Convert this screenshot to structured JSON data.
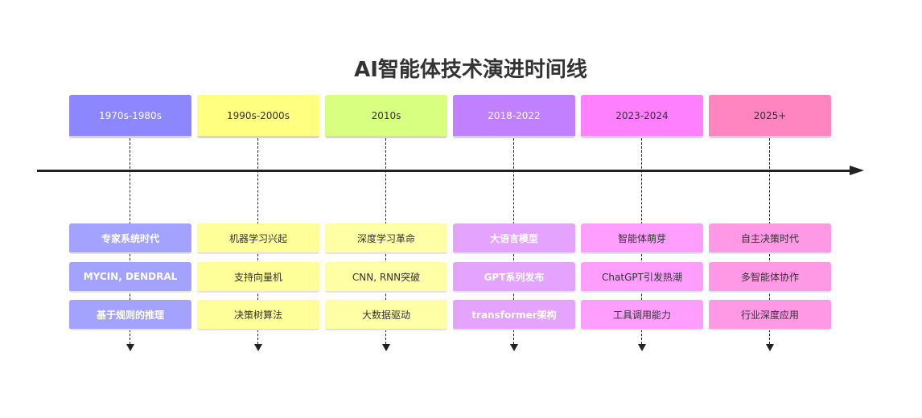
{
  "title": "AI智能体技术演进时间线",
  "periods": [
    {
      "label": "1970s-1980s",
      "color": "#8c87ff",
      "event_color": "#a3a3ff",
      "text_color": "#ffffff",
      "event_text_color": "#ffffff",
      "bold_events": true,
      "events": [
        "专家系统时代",
        "MYCIN, DENDRAL",
        "基于规则的推理"
      ]
    },
    {
      "label": "1990s-2000s",
      "color": "#ffff80",
      "event_color": "#ffff99",
      "text_color": "#333333",
      "event_text_color": "#333333",
      "bold_events": false,
      "events": [
        "机器学习兴起",
        "支持向量机",
        "决策树算法"
      ]
    },
    {
      "label": "2010s",
      "color": "#d9ff80",
      "event_color": "#ffffa6",
      "text_color": "#333333",
      "event_text_color": "#333333",
      "bold_events": false,
      "events": [
        "深度学习革命",
        "CNN, RNN突破",
        "大数据驱动"
      ]
    },
    {
      "label": "2018-2022",
      "color": "#c080ff",
      "event_color": "#e3a3ff",
      "text_color": "#ffffff",
      "event_text_color": "#ffffff",
      "bold_events": true,
      "events": [
        "大语言模型",
        "GPT系列发布",
        "transformer架构"
      ]
    },
    {
      "label": "2023-2024",
      "color": "#ff80ff",
      "event_color": "#ff9eff",
      "text_color": "#333333",
      "event_text_color": "#333333",
      "bold_events": false,
      "events": [
        "智能体萌芽",
        "ChatGPT引发热潮",
        "工具调用能力"
      ]
    },
    {
      "label": "2025+",
      "color": "#ff85c0",
      "event_color": "#ff99e6",
      "text_color": "#333333",
      "event_text_color": "#333333",
      "bold_events": false,
      "events": [
        "自主决策时代",
        "多智能体协作",
        "行业深度应用"
      ]
    }
  ]
}
